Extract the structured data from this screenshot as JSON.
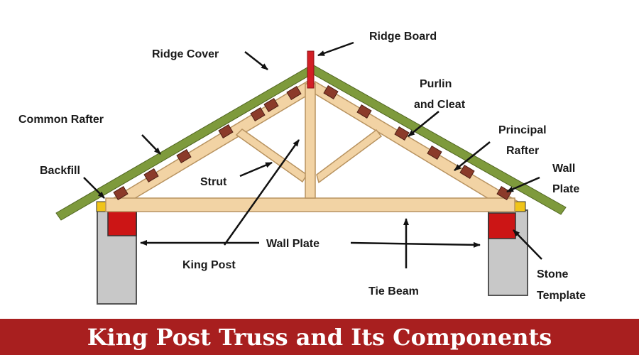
{
  "labels": {
    "ridge_board": "Ridge Board",
    "ridge_cover": "Ridge Cover",
    "purlin_line1": "Purlin",
    "purlin_line2": "and Cleat",
    "common_rafter": "Common Rafter",
    "principal_line1": "Principal",
    "principal_line2": "Rafter",
    "wall_plate_right_line1": "Wall",
    "wall_plate_right_line2": "Plate",
    "backfill": "Backfill",
    "strut": "Strut",
    "wall_plate": "Wall Plate",
    "king_post": "King Post",
    "tie_beam": "Tie Beam",
    "stone_line1": "Stone",
    "stone_line2": "Template"
  },
  "banner": {
    "title": "King Post Truss and Its Components",
    "background": "#a81f1f"
  },
  "colors": {
    "wood": "#f2d3a4",
    "wood_edge": "#b89360",
    "roof_cover": "#7e9a3c",
    "purlin": "#8b3b2a",
    "ridge_board": "#d21f26",
    "wall_plate_block": "#cc1515",
    "wall": "#c8c8c8",
    "backfill": "#f0c419"
  }
}
